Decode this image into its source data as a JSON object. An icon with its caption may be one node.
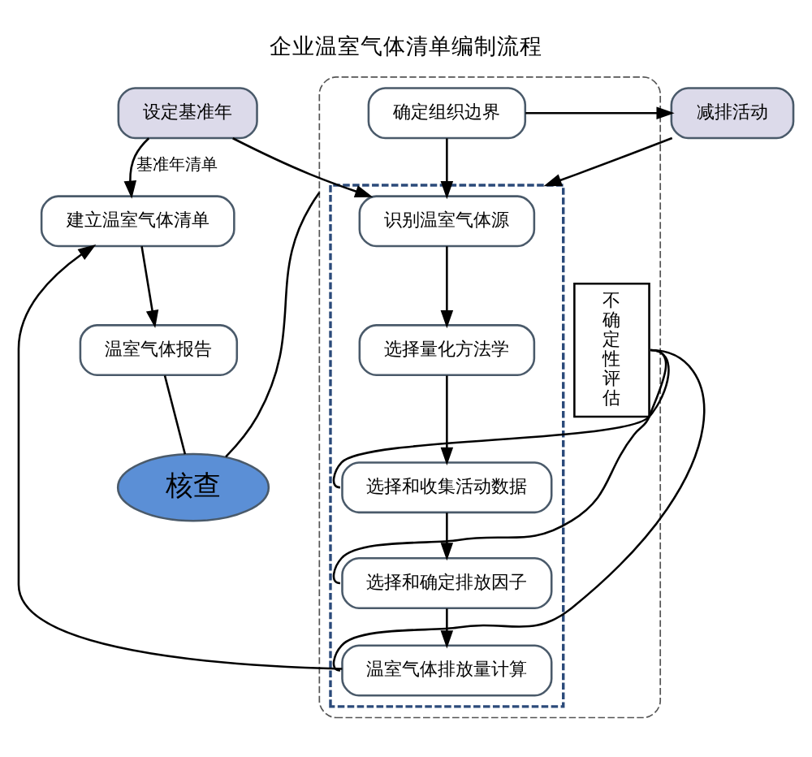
{
  "diagram": {
    "title": "企业温室气体清单编制流程",
    "nodes": [
      {
        "text": [],
        "shape": "ellipse"
      },
      {
        "text": [
          "确定组织边界"
        ],
        "in": 0
      },
      {
        "text": [
          "设定基准年"
        ]
      },
      {
        "text": [
          "减排活动"
        ]
      },
      {
        "text": [],
        "shape": "box",
        "in": 0
      },
      {
        "text": [
          "识别温室气体源"
        ],
        "in": 4
      },
      {
        "text": [
          "选择量化方法学"
        ],
        "in": 4
      },
      {
        "text": [
          "选择和收集活动数据"
        ],
        "in": 4
      },
      {
        "text": [
          "选择和确定排放因子"
        ],
        "in": 4
      },
      {
        "text": [
          "温室气体排放量计算"
        ],
        "in": 4
      },
      {
        "text": [
          "不确定性评估"
        ],
        "in": 0
      },
      {
        "text": [
          "建立温室气体清单"
        ]
      },
      {
        "text": [
          "温室气体报告"
        ]
      },
      {
        "text": [
          "核查"
        ]
      }
    ],
    "edges": [
      {
        "from": 1,
        "to": 5,
        "arrow": "to"
      },
      {
        "from": 2,
        "to": 5,
        "arrow": "to"
      },
      {
        "from": 1,
        "to": 3,
        "arrow": "to"
      },
      {
        "from": 3,
        "to": 4,
        "arrow": "to"
      },
      {
        "from": 5,
        "to": 6,
        "arrow": "to"
      },
      {
        "from": 6,
        "to": 7,
        "arrow": "to"
      },
      {
        "from": 7,
        "to": 8,
        "arrow": "to"
      },
      {
        "from": 8,
        "to": 9,
        "arrow": "to"
      },
      {
        "from": 10,
        "to": 7,
        "arrow": "none"
      },
      {
        "from": 10,
        "to": 8,
        "arrow": "none"
      },
      {
        "from": 10,
        "to": 9,
        "arrow": "none"
      },
      {
        "from": 9,
        "to": 11,
        "arrow": "to"
      },
      {
        "from": 2,
        "to": 11,
        "label": "基准年清单",
        "arrow": "to"
      },
      {
        "from": 11,
        "to": 12,
        "arrow": "to"
      },
      {
        "from": 12,
        "to": 13,
        "arrow": "none"
      },
      {
        "from": 13,
        "to": 0,
        "arrow": "none"
      }
    ]
  }
}
